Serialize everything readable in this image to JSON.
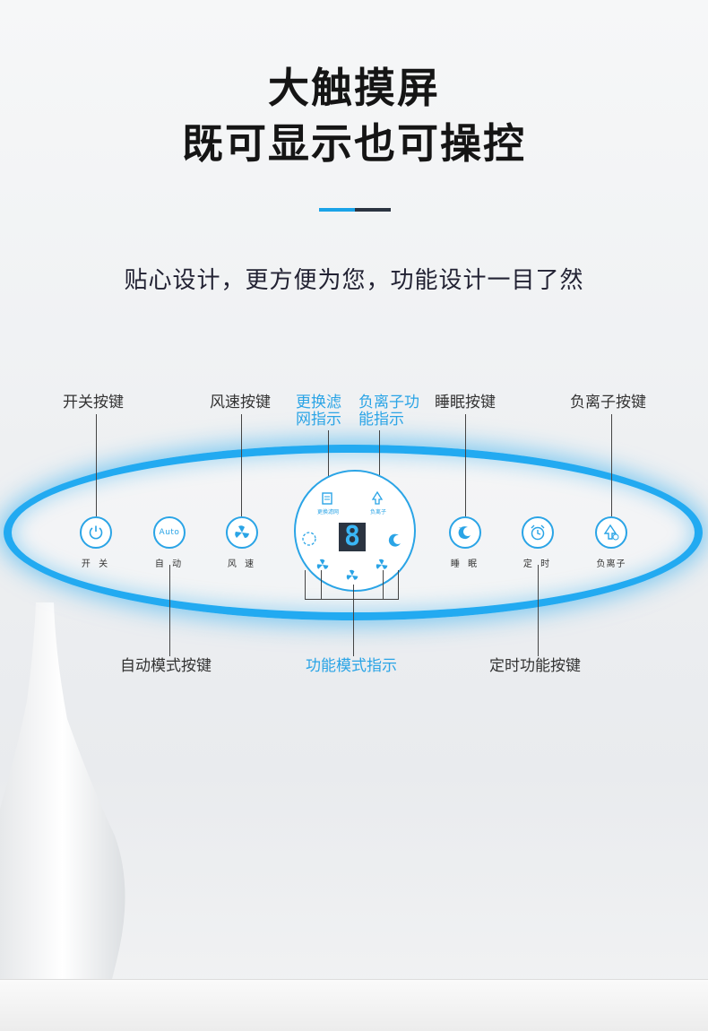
{
  "heading": {
    "line1": "大触摸屏",
    "line2": "既可显示也可操控"
  },
  "subtitle": "贴心设计，更方便为您，功能设计一目了然",
  "callouts_top": {
    "power_key": "开关按键",
    "fan_speed_key": "风速按键",
    "filter_indicator_line1": "更换滤",
    "filter_indicator_line2": "网指示",
    "anion_indicator_line1": "负离子功",
    "anion_indicator_line2": "能指示",
    "sleep_key": "睡眠按键",
    "anion_key": "负离子按键"
  },
  "callouts_bottom": {
    "auto_mode_key": "自动模式按键",
    "function_mode_indicator": "功能模式指示",
    "timer_key": "定时功能按键"
  },
  "buttons": {
    "power": "开 关",
    "auto": "自 动",
    "auto_text": "Auto",
    "speed": "风 速",
    "sleep": "睡 眠",
    "timer": "定 时",
    "anion": "负离子"
  },
  "display": {
    "filter_label": "更换滤网",
    "anion_label": "负离子",
    "digit": "8"
  },
  "colors": {
    "accent": "#22aaf1",
    "dark": "#2b3441"
  }
}
